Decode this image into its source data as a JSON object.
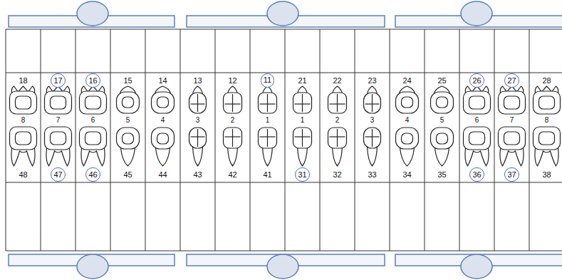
{
  "diagram": {
    "nodes": [
      {
        "text": [
          "17"
        ]
      },
      {
        "text": [
          "16"
        ]
      },
      {
        "text": [
          "11"
        ]
      },
      {
        "text": [
          "26"
        ]
      },
      {
        "text": [
          "27"
        ]
      },
      {
        "text": [
          "47"
        ]
      },
      {
        "text": [
          "46"
        ]
      },
      {
        "text": [
          "31"
        ]
      },
      {
        "text": [
          "36"
        ]
      },
      {
        "text": [
          "37"
        ]
      }
    ],
    "labels": [
      "18",
      "15",
      "14",
      "13",
      "12",
      "21",
      "22",
      "23",
      "24",
      "25",
      "28",
      "8",
      "7",
      "6",
      "5",
      "4",
      "3",
      "2",
      "1",
      "1",
      "2",
      "3",
      "4",
      "5",
      "6",
      "7",
      "8",
      "48",
      "45",
      "44",
      "43",
      "42",
      "41",
      "32",
      "33",
      "34",
      "35",
      "38"
    ]
  }
}
